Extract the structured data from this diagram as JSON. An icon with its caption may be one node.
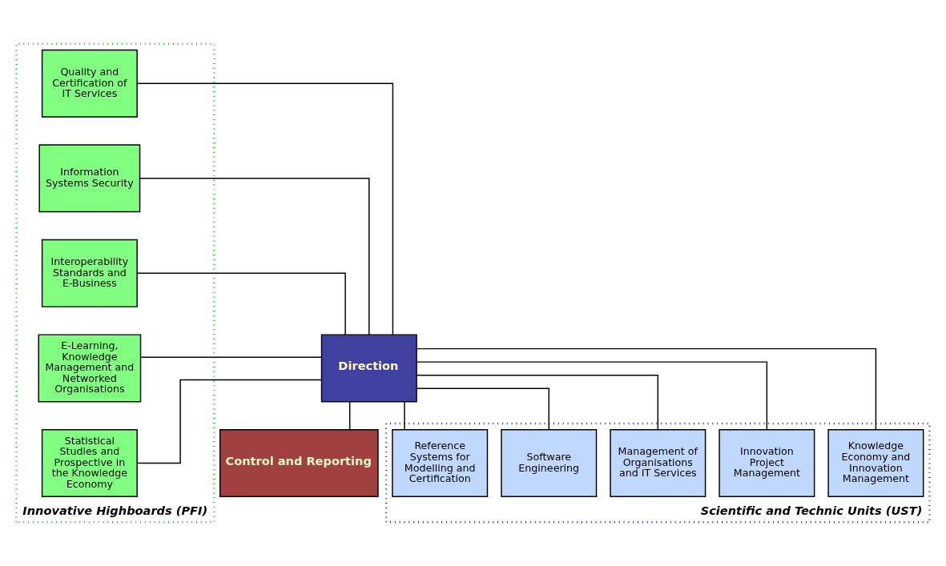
{
  "diagram": {
    "nodes": [
      {
        "text": [
          "Direction"
        ]
      },
      {
        "text": [
          "Control and Reporting"
        ]
      },
      {
        "text": [
          "Scientific and Technic Units (UST)"
        ]
      },
      {
        "text": [
          "Knowledge Economy and Innovation Management"
        ],
        "in": 2
      },
      {
        "text": [
          "Innovation Project Management"
        ],
        "in": 2
      },
      {
        "text": [
          "Management of Organisations and IT Services"
        ],
        "in": 2
      },
      {
        "text": [
          "Software Engineering"
        ],
        "in": 2
      },
      {
        "text": [
          "Reference Systems for Modelling and Certification"
        ],
        "in": 2
      },
      {
        "text": [
          "Innovative Highboards (PFI)"
        ]
      },
      {
        "text": [
          "Quality and Certification of IT Services"
        ],
        "in": 8
      },
      {
        "text": [
          "Information Systems Security"
        ],
        "in": 8
      },
      {
        "text": [
          "Interoperability Standards and E-Business"
        ],
        "in": 8
      },
      {
        "text": [
          "E-Learning, Knowledge Management and Networked Organisations"
        ],
        "in": 8
      },
      {
        "text": [
          "Statistical Studies and Prospective in the Knowledge Economy"
        ],
        "in": 8
      }
    ],
    "edges": [
      {
        "from": 0,
        "to": 1,
        "arrow": "none"
      },
      {
        "from": 0,
        "to": 3,
        "arrow": "none"
      },
      {
        "from": 0,
        "to": 4,
        "arrow": "none"
      },
      {
        "from": 0,
        "to": 5,
        "arrow": "none"
      },
      {
        "from": 0,
        "to": 6,
        "arrow": "none"
      },
      {
        "from": 0,
        "to": 7,
        "arrow": "none"
      },
      {
        "from": 0,
        "to": 9,
        "arrow": "none"
      },
      {
        "from": 0,
        "to": 10,
        "arrow": "none"
      },
      {
        "from": 0,
        "to": 11,
        "arrow": "none"
      },
      {
        "from": 0,
        "to": 12,
        "arrow": "none"
      },
      {
        "from": 0,
        "to": 13,
        "arrow": "none"
      }
    ]
  }
}
